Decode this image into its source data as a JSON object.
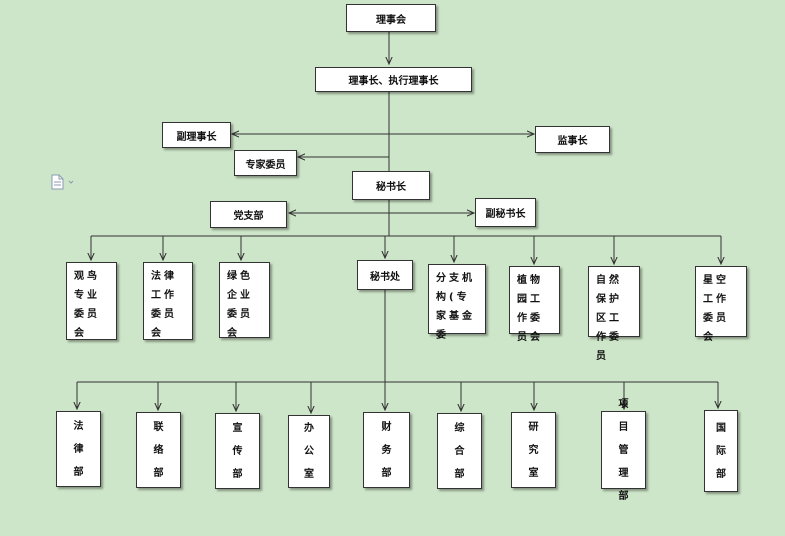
{
  "top": {
    "board": "理事会",
    "chair": "理事长、执行理事长",
    "vice_chair": "副理事长",
    "supervisor": "监事长",
    "experts": "专家委员",
    "secretary_general": "秘书长",
    "party_branch": "党支部",
    "deputy_secretary_general": "副秘书长"
  },
  "committees": [
    "观鸟专业委员会",
    "法律工作委员会",
    "绿色企业委员会",
    "秘书处",
    "分支机构(专家基金委",
    "植物园工作委员会",
    "自然保护区工作委员",
    "星空工作委员会"
  ],
  "departments": [
    "法律部",
    "联络部",
    "宣传部",
    "办公室",
    "财务部",
    "综合部",
    "研究室",
    "项目管理部",
    "国际部"
  ],
  "icons": {
    "doc": "document-icon"
  },
  "colors": {
    "background": "#cde5c8",
    "box": "#ffffff",
    "line": "#333333"
  }
}
